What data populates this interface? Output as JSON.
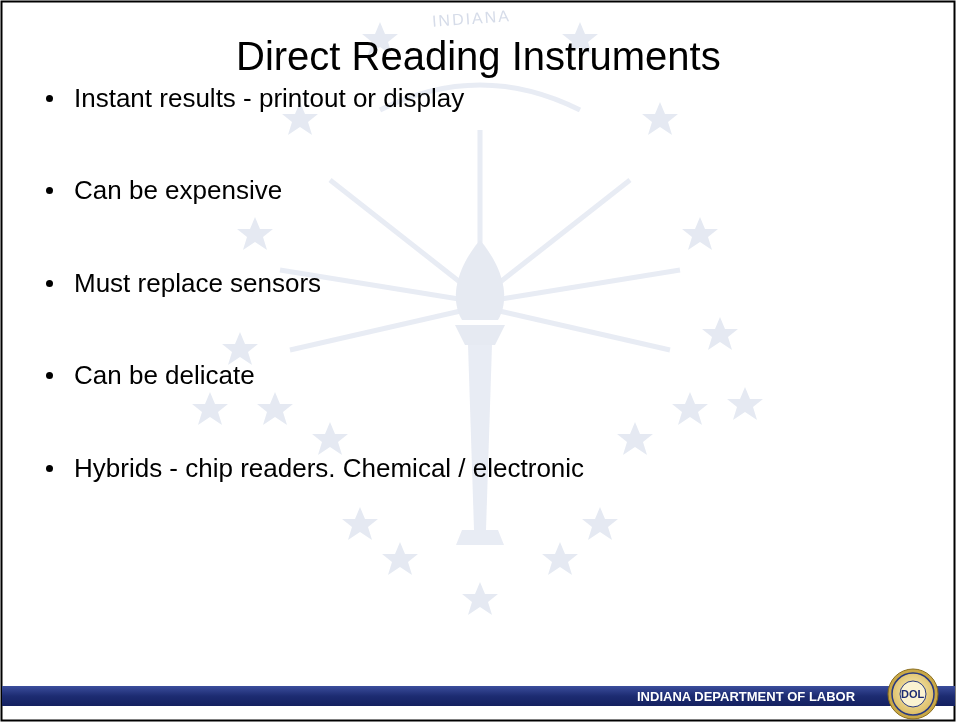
{
  "diagram": {
    "title": "Direct Reading Instruments",
    "labels": [
      "Instant results - printout or display",
      "Can be expensive",
      "Must replace sensors",
      "Can be delicate",
      "Hybrids - chip readers.  Chemical / electronic",
      "INDIANA",
      "INDIANA DEPARTMENT OF LABOR",
      "DOL"
    ]
  }
}
